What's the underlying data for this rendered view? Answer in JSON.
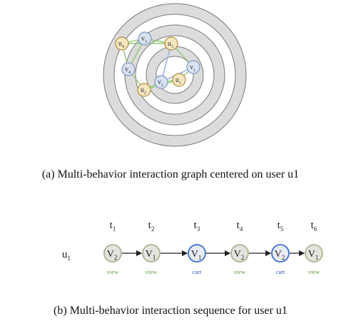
{
  "graph": {
    "nodes": [
      {
        "id": "u4",
        "base": "u",
        "sub": "4",
        "kind": "user"
      },
      {
        "id": "v3",
        "base": "v",
        "sub": "3",
        "kind": "item"
      },
      {
        "id": "u3",
        "base": "u",
        "sub": "3",
        "kind": "user"
      },
      {
        "id": "v4",
        "base": "v",
        "sub": "4",
        "kind": "item"
      },
      {
        "id": "v1",
        "base": "v",
        "sub": "1",
        "kind": "item"
      },
      {
        "id": "v2",
        "base": "v",
        "sub": "2",
        "kind": "item"
      },
      {
        "id": "u1",
        "base": "u",
        "sub": "1",
        "kind": "user"
      },
      {
        "id": "u2",
        "base": "u",
        "sub": "2",
        "kind": "user"
      }
    ],
    "edges": [
      {
        "from": "u4",
        "to": "v3",
        "color": "green"
      },
      {
        "from": "v3",
        "to": "u3",
        "color": "green"
      },
      {
        "from": "u4",
        "to": "u3",
        "color": "green"
      },
      {
        "from": "u4",
        "to": "v4",
        "color": "green"
      },
      {
        "from": "v3",
        "to": "v4",
        "color": "green"
      },
      {
        "from": "u3",
        "to": "v1",
        "color": "green"
      },
      {
        "from": "u3",
        "to": "v2",
        "color": "blue"
      },
      {
        "from": "v4",
        "to": "u2",
        "color": "green"
      },
      {
        "from": "u2",
        "to": "v2",
        "color": "green"
      },
      {
        "from": "u2",
        "to": "u1",
        "color": "green"
      },
      {
        "from": "v2",
        "to": "u1",
        "color": "green"
      },
      {
        "from": "u1",
        "to": "v1",
        "color": "green"
      },
      {
        "from": "v1",
        "to": "v2",
        "color": "blue"
      }
    ],
    "caption": "(a)  Multi-behavior interaction graph centered on user u1"
  },
  "sequence": {
    "user": {
      "base": "u",
      "sub": "1"
    },
    "steps": [
      {
        "time_base": "t",
        "time_sub": "1",
        "item_base": "V",
        "item_sub": "2",
        "behavior": "view"
      },
      {
        "time_base": "t",
        "time_sub": "2",
        "item_base": "V",
        "item_sub": "1",
        "behavior": "view"
      },
      {
        "time_base": "t",
        "time_sub": "3",
        "item_base": "V",
        "item_sub": "1",
        "behavior": "cart"
      },
      {
        "time_base": "t",
        "time_sub": "4",
        "item_base": "V",
        "item_sub": "2",
        "behavior": "view"
      },
      {
        "time_base": "t",
        "time_sub": "5",
        "item_base": "V",
        "item_sub": "2",
        "behavior": "cart"
      },
      {
        "time_base": "t",
        "time_sub": "6",
        "item_base": "V",
        "item_sub": "1",
        "behavior": "view"
      }
    ],
    "caption": "(b)  Multi-behavior interaction sequence for user u1"
  },
  "colors": {
    "ring_gray": "#d6d6d6",
    "ring_line": "#7a7a7a",
    "user_fill": "#f6e7c0",
    "user_stroke": "#b08a3e",
    "item_fill": "#d9e1f1",
    "item_stroke": "#7f97c6",
    "edge_green": "#8dc96e",
    "edge_blue": "#8fb1de",
    "view_node_fill": "#e4e4de",
    "view_node_stroke": "#aab48e",
    "cart_node_fill": "#e8ebf2",
    "cart_node_stroke": "#3a6fd0",
    "view_text": "#5a9e3e",
    "cart_text": "#2d58c8",
    "arrow": "#222222"
  }
}
